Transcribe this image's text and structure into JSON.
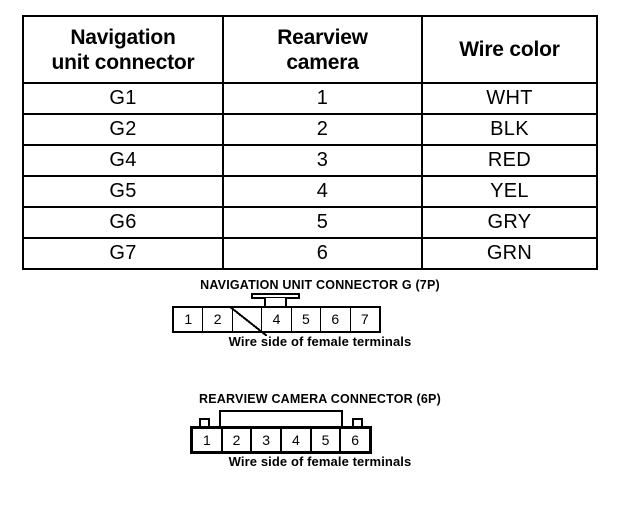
{
  "table": {
    "headers": [
      {
        "lines": [
          "Navigation",
          "unit connector"
        ]
      },
      {
        "lines": [
          "Rearview",
          "camera"
        ]
      },
      {
        "lines": [
          "Wire color"
        ]
      }
    ],
    "rows": [
      {
        "navigation_unit_connector": "G1",
        "rearview_camera": "1",
        "wire_color": "WHT"
      },
      {
        "navigation_unit_connector": "G2",
        "rearview_camera": "2",
        "wire_color": "BLK"
      },
      {
        "navigation_unit_connector": "G4",
        "rearview_camera": "3",
        "wire_color": "RED"
      },
      {
        "navigation_unit_connector": "G5",
        "rearview_camera": "4",
        "wire_color": "YEL"
      },
      {
        "navigation_unit_connector": "G6",
        "rearview_camera": "5",
        "wire_color": "GRY"
      },
      {
        "navigation_unit_connector": "G7",
        "rearview_camera": "6",
        "wire_color": "GRN"
      }
    ]
  },
  "nav_connector": {
    "title": "NAVIGATION UNIT CONNECTOR G (7P)",
    "caption": "Wire side of female terminals",
    "pins": [
      "1",
      "2",
      "",
      "4",
      "5",
      "6",
      "7"
    ],
    "blank_pin_index": 2
  },
  "camera_connector": {
    "title": "REARVIEW CAMERA CONNECTOR (6P)",
    "caption": "Wire side of female terminals",
    "pins": [
      "1",
      "2",
      "3",
      "4",
      "5",
      "6"
    ]
  },
  "colors": {
    "ink": "#000000",
    "paper": "#ffffff"
  }
}
